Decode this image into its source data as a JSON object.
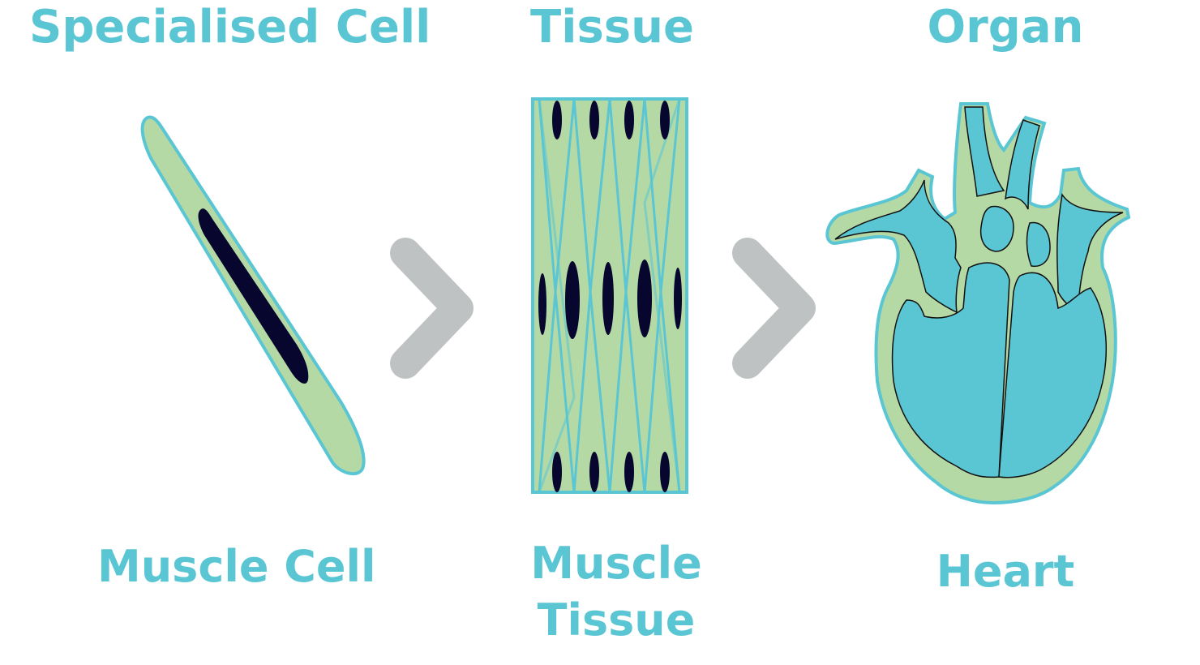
{
  "stages": [
    {
      "title": "Specialised Cell",
      "caption": "Muscle Cell"
    },
    {
      "title": "Tissue",
      "caption": "Muscle Tissue"
    },
    {
      "title": "Organ",
      "caption": "Heart"
    }
  ],
  "colors": {
    "label": "#5bc6d3",
    "cell_fill": "#b5d9a4",
    "outline": "#5bc6d3",
    "nucleus": "#06062e",
    "chamber": "#5bc6d3",
    "arrow": "#bfc2c3"
  }
}
